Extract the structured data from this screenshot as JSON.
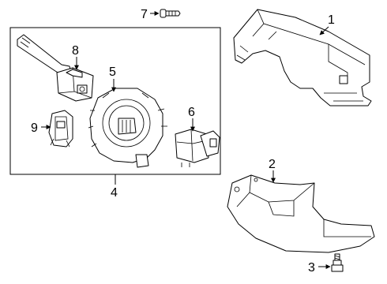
{
  "callouts": {
    "part_1": "1",
    "part_2": "2",
    "part_3": "3",
    "part_4": "4",
    "part_5": "5",
    "part_6": "6",
    "part_7": "7",
    "part_8": "8",
    "part_9": "9"
  },
  "line_color": "#000000",
  "background_color": "#ffffff"
}
